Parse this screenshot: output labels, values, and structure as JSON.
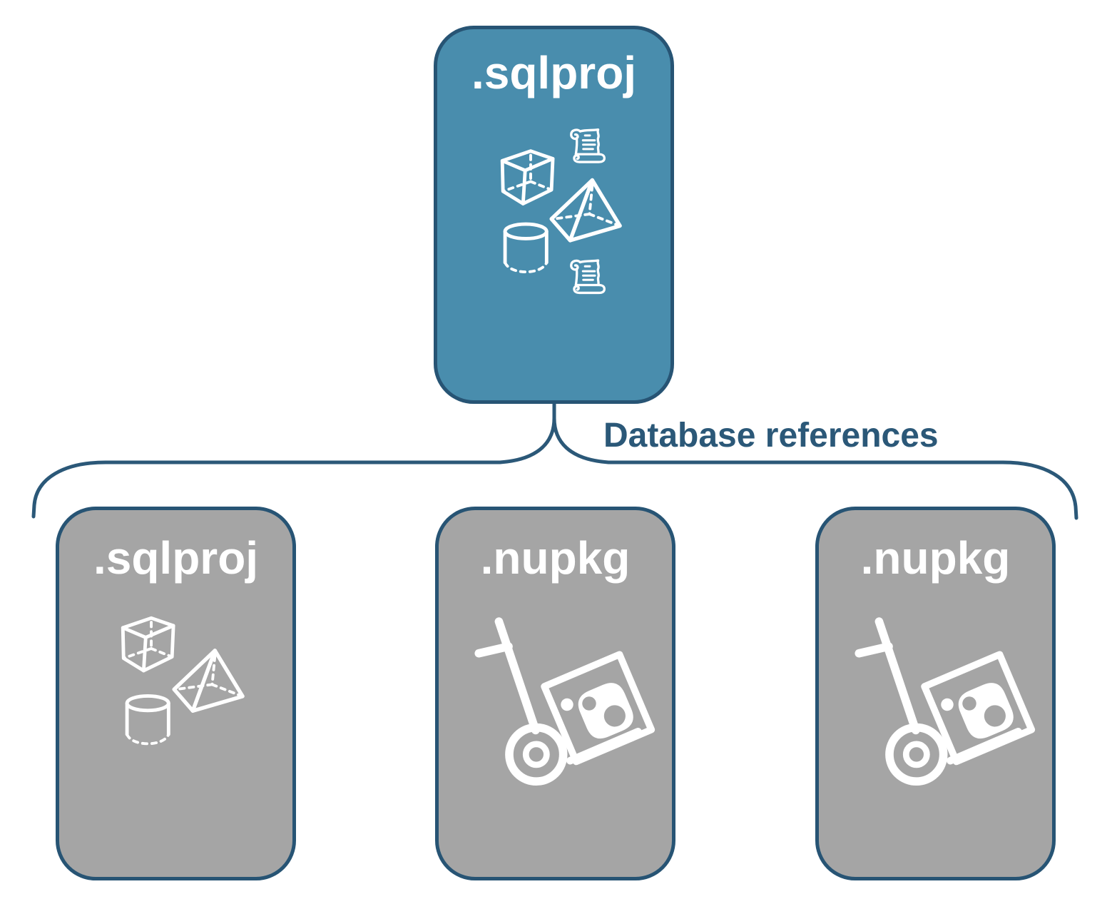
{
  "diagram": {
    "title": "SQL project database references diagram",
    "colors": {
      "background": "#ffffff",
      "root_fill": "#498dad",
      "child_fill": "#a5a5a5",
      "node_border": "#275474",
      "accent": "#2b5878",
      "icon": "#ffffff",
      "label_text": "#ffffff"
    },
    "root_node": {
      "label": ".sqlproj",
      "icons": [
        "script-scroll-icon",
        "cube-icon",
        "pyramid-icon",
        "database-cylinder-icon",
        "script-scroll-icon"
      ]
    },
    "edge": {
      "label": "Database references"
    },
    "child_nodes": [
      {
        "label": ".sqlproj",
        "icons": [
          "cube-icon",
          "pyramid-icon",
          "database-cylinder-icon"
        ]
      },
      {
        "label": ".nupkg",
        "icons": [
          "nuget-package-handtruck-icon"
        ]
      },
      {
        "label": ".nupkg",
        "icons": [
          "nuget-package-handtruck-icon"
        ]
      }
    ]
  }
}
